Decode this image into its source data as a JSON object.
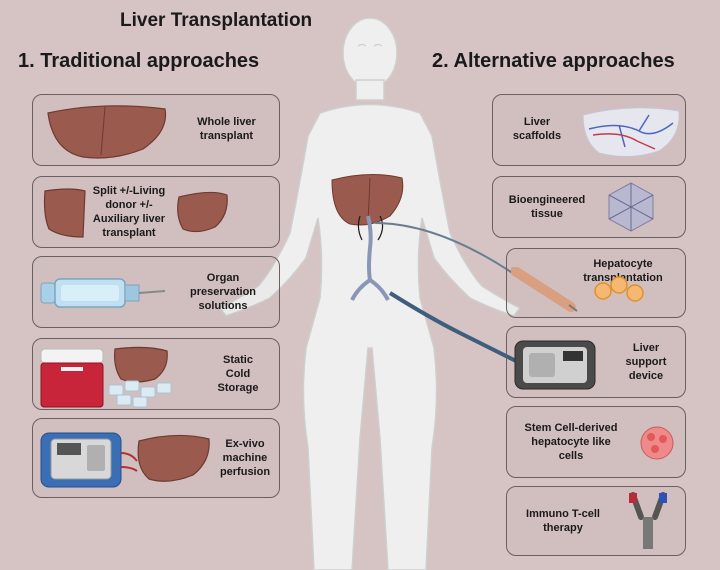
{
  "title": "Liver Transplantation",
  "left_section": {
    "heading": "1. Traditional approaches",
    "items": [
      {
        "label": "Whole liver\ntransplant",
        "icon": "liver-icon"
      },
      {
        "label": "Split +/-Living\ndonor +/-\nAuxiliary liver\ntransplant",
        "icon": "split-liver-icon"
      },
      {
        "label": "Organ\npreservation\nsolutions",
        "icon": "syringe-icon"
      },
      {
        "label": "Static\nCold\nStorage",
        "icon": "cooler-icon"
      },
      {
        "label": "Ex-vivo\nmachine\nperfusion",
        "icon": "perfusion-machine-icon"
      }
    ]
  },
  "right_section": {
    "heading": "2.   Alternative approaches",
    "items": [
      {
        "label": "Liver\nscaffolds",
        "icon": "scaffold-icon"
      },
      {
        "label": "Bioengineered\ntissue",
        "icon": "tissue-icon"
      },
      {
        "label": "Hepatocyte\ntransplantation",
        "icon": "hepatocyte-icon"
      },
      {
        "label": "Liver\nsupport\ndevice",
        "icon": "support-device-icon"
      },
      {
        "label": "Stem Cell-derived\nhepatocyte like\ncells",
        "icon": "stem-cell-icon"
      },
      {
        "label": "Immuno T-cell\ntherapy",
        "icon": "antibody-icon"
      }
    ]
  },
  "colors": {
    "background": "#d6c3c3",
    "liver": "#9a5a4e",
    "body": "#eeeeee",
    "tube": "#3f5e7c"
  }
}
